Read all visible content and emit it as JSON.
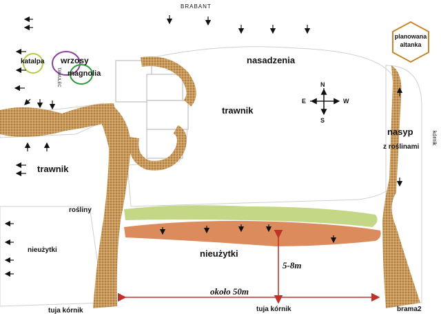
{
  "labels": {
    "brabant": "BRABANT",
    "nasadzenia": "nasadzenia",
    "trawnik_main": "trawnik",
    "trawnik_left": "trawnik",
    "rosliny": "rośliny",
    "nieuzytki_main": "nieużytki",
    "nieuzytki_left": "nieużytki",
    "nasyp": "nasyp",
    "z_roslinami": "z roślinami",
    "kornik_right": "kórnik",
    "tuja_kornik_left": "tuja kórnik",
    "tuja_kornik_mid": "tuja kórnik",
    "brama2": "brama2",
    "katalpa": "katalpa",
    "wrzosy": "wrzosy",
    "magnolia": "magnolia",
    "tawulec": "TAWULEC",
    "planowana_1": "planowana",
    "planowana_2": "altanka",
    "dim_height": "5-8m",
    "dim_width": "około 50m",
    "compass_n": "N",
    "compass_s": "S",
    "compass_e": "E",
    "compass_w": "W"
  },
  "colors": {
    "path": "#b5874a",
    "hedge_green": "#bcd37a",
    "hedge_orange": "#d8804a",
    "dimension": "#c0312b",
    "altanka": "#c8862a",
    "wrzosy": "#8a3d9a",
    "magnolia": "#2f9a3a",
    "katalpa": "#b6c84a"
  }
}
